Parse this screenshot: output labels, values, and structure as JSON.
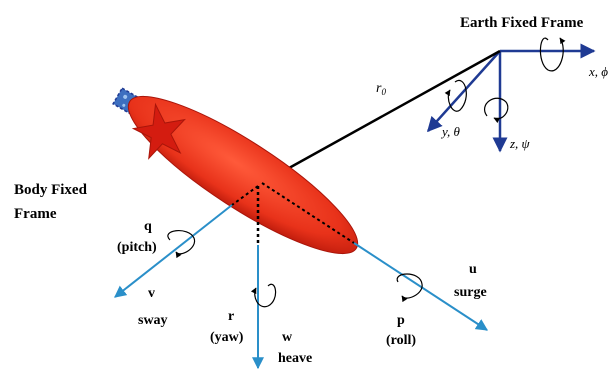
{
  "earth_frame": {
    "title": "Earth Fixed Frame",
    "axis_x": "x, ϕ",
    "axis_y": "y, θ",
    "axis_z": "z, ψ"
  },
  "position_vector": {
    "label": "r",
    "subscript": "0"
  },
  "body_frame": {
    "title_line1": "Body Fixed",
    "title_line2": "Frame"
  },
  "body_axes": {
    "q": "q",
    "pitch": "(pitch)",
    "v": "v",
    "sway": "sway",
    "r": "r",
    "yaw": "(yaw)",
    "w": "w",
    "heave": "heave",
    "p": "p",
    "roll": "(roll)",
    "u": "u",
    "surge": "surge"
  },
  "colors": {
    "body_axis": "#2a8fc9",
    "earth_axis": "#1f3a93",
    "hull": "#e8321a",
    "hull_dark": "#c11a08",
    "star": "#d41c10",
    "thruster": "#3d6fc0",
    "vector": "#000000"
  }
}
